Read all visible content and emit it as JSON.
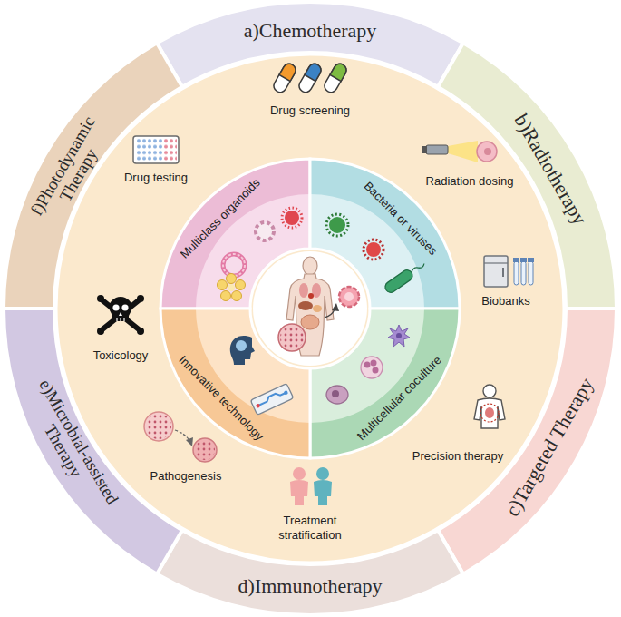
{
  "diagram": {
    "nodes": [
      {
        "text": [
          "a)Chemotherapy"
        ]
      },
      {
        "text": [
          "b)Radiotherapy"
        ]
      },
      {
        "text": [
          "c)Targeted Therapy"
        ]
      },
      {
        "text": [
          "d)Immunotherapy"
        ]
      },
      {
        "text": [
          "e)Microbial-assisted Therapy"
        ]
      },
      {
        "text": [
          "f)Photodynamic Therapy"
        ]
      },
      {
        "text": [
          "Multiclass organoids"
        ]
      },
      {
        "text": [
          "Bacteria or viruses"
        ]
      },
      {
        "text": [
          "Multicellular coculture"
        ]
      },
      {
        "text": [
          "Innovative technology"
        ]
      }
    ],
    "labels": [
      "Drug screening",
      "Drug testing",
      "Radiation dosing",
      "Biobanks",
      "Toxicology",
      "Precision therapy",
      "Pathogenesis",
      "Treatment stratification"
    ]
  }
}
